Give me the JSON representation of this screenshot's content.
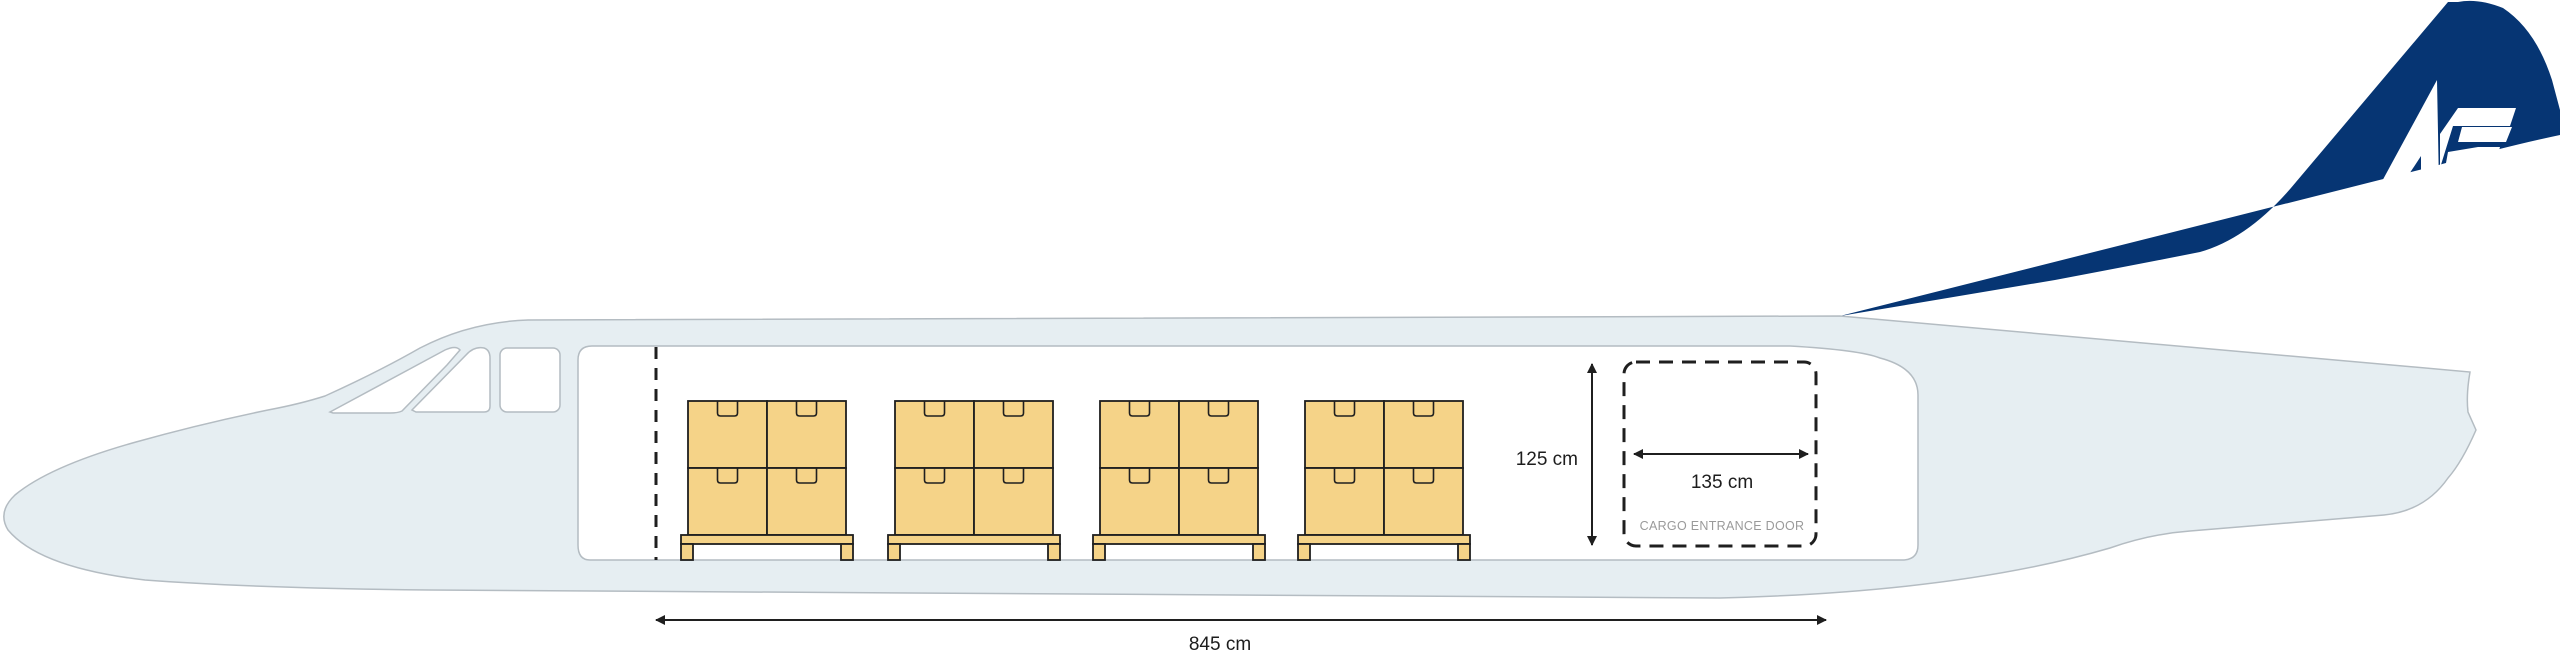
{
  "diagram": {
    "height_label": "125 cm",
    "door_width_label": "135 cm",
    "door_label": "CARGO ENTRANCE DOOR",
    "length_label": "845 cm",
    "pallet_count": 4,
    "boxes_per_pallet": 4
  },
  "colors": {
    "fuselage": "#e6eef2",
    "fuselage_outline": "#b4bcc2",
    "cabin": "#ffffff",
    "tail": "#063573",
    "box": "#f5d388",
    "outline": "#1f1f1f"
  },
  "icons": {
    "logo": "airline-logo-icon",
    "arrows": "double-arrow-icon"
  }
}
